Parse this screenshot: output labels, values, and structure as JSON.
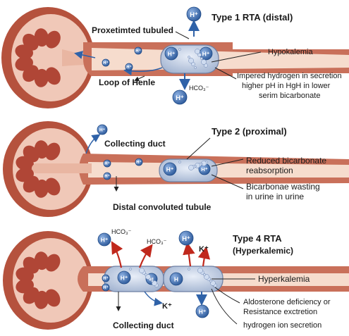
{
  "panels": [
    {
      "title": "Type 1 RTA (distal)",
      "segment_top": "Proxetimted tubuled",
      "segment_bottom": "Loop of Henle",
      "notes": [
        "Hypokalemia",
        "Impered hydrogen in secretion",
        "higher pH in HgH in lower",
        "serim bicarbonate"
      ],
      "ions": {
        "h": "H⁺",
        "hco3": "HCO₃⁻"
      }
    },
    {
      "title": "Type 2 (proximal)",
      "segment_top": "Collecting duct",
      "segment_bottom": "Distal convoluted tubule",
      "notes": [
        "Reduced bicarbonate",
        "reabsorption",
        "Bicarbonae wasting",
        "in urine in urine"
      ],
      "ions": {
        "h": "H⁺"
      }
    },
    {
      "title": "Type 4 RTA",
      "subtitle": "(Hyperkalemic)",
      "segment_bottom": "Collecting duct",
      "notes": [
        "Hyperkalemia",
        "Aldosterone deficiency or",
        "Resistance exctretion",
        "hydrogen ion secretion"
      ],
      "ions": {
        "h": "H⁺",
        "hco3": "HCO₃⁻",
        "k": "K⁺",
        "h_bold": "H"
      }
    }
  ],
  "colors": {
    "kidney_outer": "#b5523d",
    "kidney_inner": "#f0c8b8",
    "pyramid": "#b04636",
    "tubule": "#c9705a",
    "tubule_lumen": "#f6dccd",
    "ion_fill": "#3f6fb0",
    "arrow_blue": "#2f62a8",
    "arrow_red": "#c0281c"
  }
}
